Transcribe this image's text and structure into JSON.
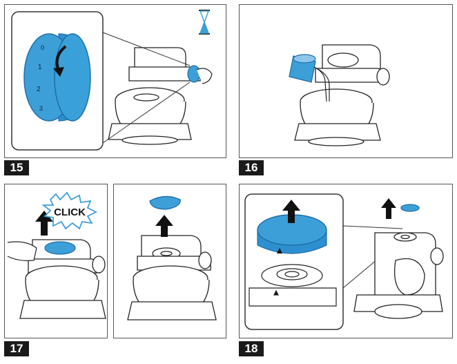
{
  "steps": [
    {
      "number": "15",
      "dial_marks": [
        "0",
        "1",
        "2",
        "3"
      ]
    },
    {
      "number": "16"
    },
    {
      "number": "17",
      "callout": "CLICK"
    },
    {
      "number": "18"
    }
  ],
  "colors": {
    "accent_blue": "#3d9fd8",
    "accent_blue_dark": "#1f6fa8",
    "line": "#222222",
    "badge_bg": "#1a1a1a"
  },
  "icons": [
    "hourglass-icon",
    "rotate-arrow-icon",
    "up-arrow-icon",
    "click-burst-icon"
  ]
}
